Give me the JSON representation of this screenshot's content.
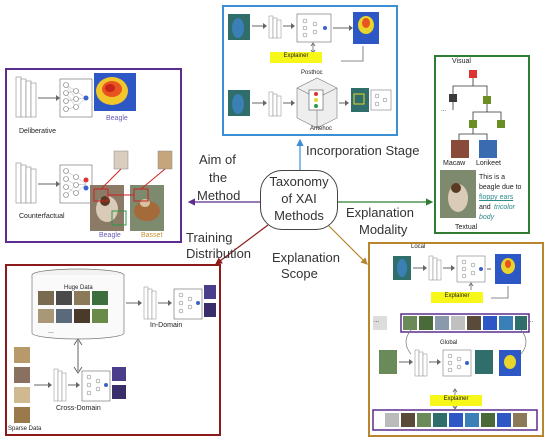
{
  "center": {
    "line1": "Taxonomy",
    "line2": "of XAI",
    "line3": "Methods"
  },
  "branches": {
    "aim": {
      "line1": "Aim of",
      "line2": "the",
      "line3": "Method"
    },
    "incorporation": "Incorporation Stage",
    "modality": {
      "line1": "Explanation",
      "line2": "Modality"
    },
    "training": {
      "line1": "Training",
      "line2": "Distribution"
    },
    "scope": {
      "line1": "Explanation",
      "line2": "Scope"
    }
  },
  "aim_panel": {
    "deliberative": "Deliberative",
    "counterfactual": "Counterfactual",
    "beagle_top": "Beagle",
    "beagle_bottom": "Beagle",
    "basset": "Basset"
  },
  "incorporation_panel": {
    "explainer": "Explainer",
    "posthoc": "Posthoc",
    "antehoc": "Antehoc"
  },
  "modality_panel": {
    "visual": "Visual",
    "macaw": "Macaw",
    "lorikeet": "Lorikeet",
    "text_line1": "This is a",
    "text_line2": "beagle due to",
    "text_highlight1": "floppy ears",
    "text_and": "and",
    "text_highlight2": "tricolor",
    "text_highlight3": "body",
    "textual": "Textual"
  },
  "training_panel": {
    "huge_data": "Huge Data",
    "ellipsis": "...",
    "in_domain": "In-Domain",
    "cross_domain": "Cross-Domain",
    "sparse_data": "Sparse Data"
  },
  "scope_panel": {
    "local": "Local",
    "explainer_top": "Explainer",
    "global": "Global",
    "explainer_bottom": "Explainer",
    "dots_left": "...",
    "dots_right": "..."
  },
  "colors": {
    "aim": "#5b2d8e",
    "incorporation": "#3b8fd4",
    "modality": "#2e7d32",
    "training": "#8b1a1a",
    "scope": "#b8862e",
    "explainer": "#f7f71a",
    "highlight_text": "#2e8b8b"
  }
}
